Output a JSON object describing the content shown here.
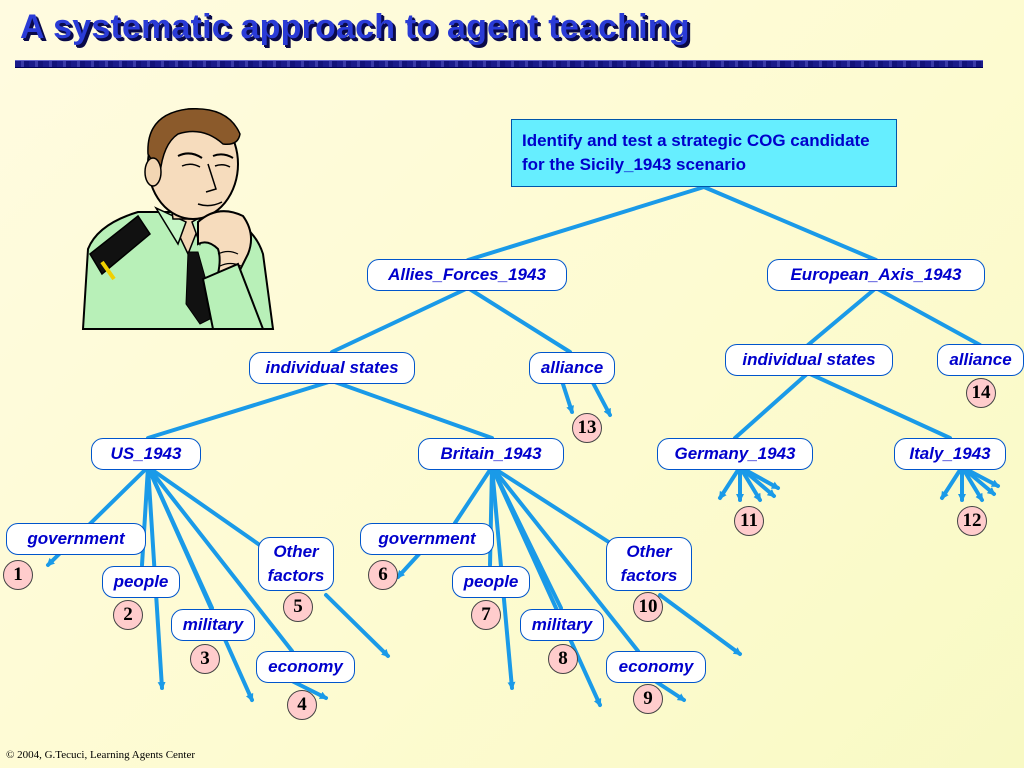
{
  "slide": {
    "title": "A systematic approach to agent teaching",
    "footer": "© 2004, G.Tecuci, Learning Agents Center"
  },
  "tree": {
    "root": "Identify and test a strategic COG candidate for the Sicily_1943 scenario",
    "allies": "Allies_Forces_1943",
    "axis": "European_Axis_1943",
    "allies_individual": "individual states",
    "allies_alliance": "alliance",
    "axis_individual": "individual states",
    "axis_alliance": "alliance",
    "us": "US_1943",
    "britain": "Britain_1943",
    "germany": "Germany_1943",
    "italy": "Italy_1943",
    "us_government": "government",
    "us_people": "people",
    "us_military": "military",
    "us_economy": "economy",
    "us_other": "Other factors",
    "br_government": "government",
    "br_people": "people",
    "br_military": "military",
    "br_economy": "economy",
    "br_other": "Other factors"
  },
  "badges": [
    "1",
    "2",
    "3",
    "4",
    "5",
    "6",
    "7",
    "8",
    "9",
    "10",
    "11",
    "12",
    "13",
    "14"
  ],
  "colors": {
    "link": "#1a9ae8",
    "root_fill": "#66eeff",
    "badge_fill": "#ffcccc",
    "node_text": "#0000cc"
  }
}
